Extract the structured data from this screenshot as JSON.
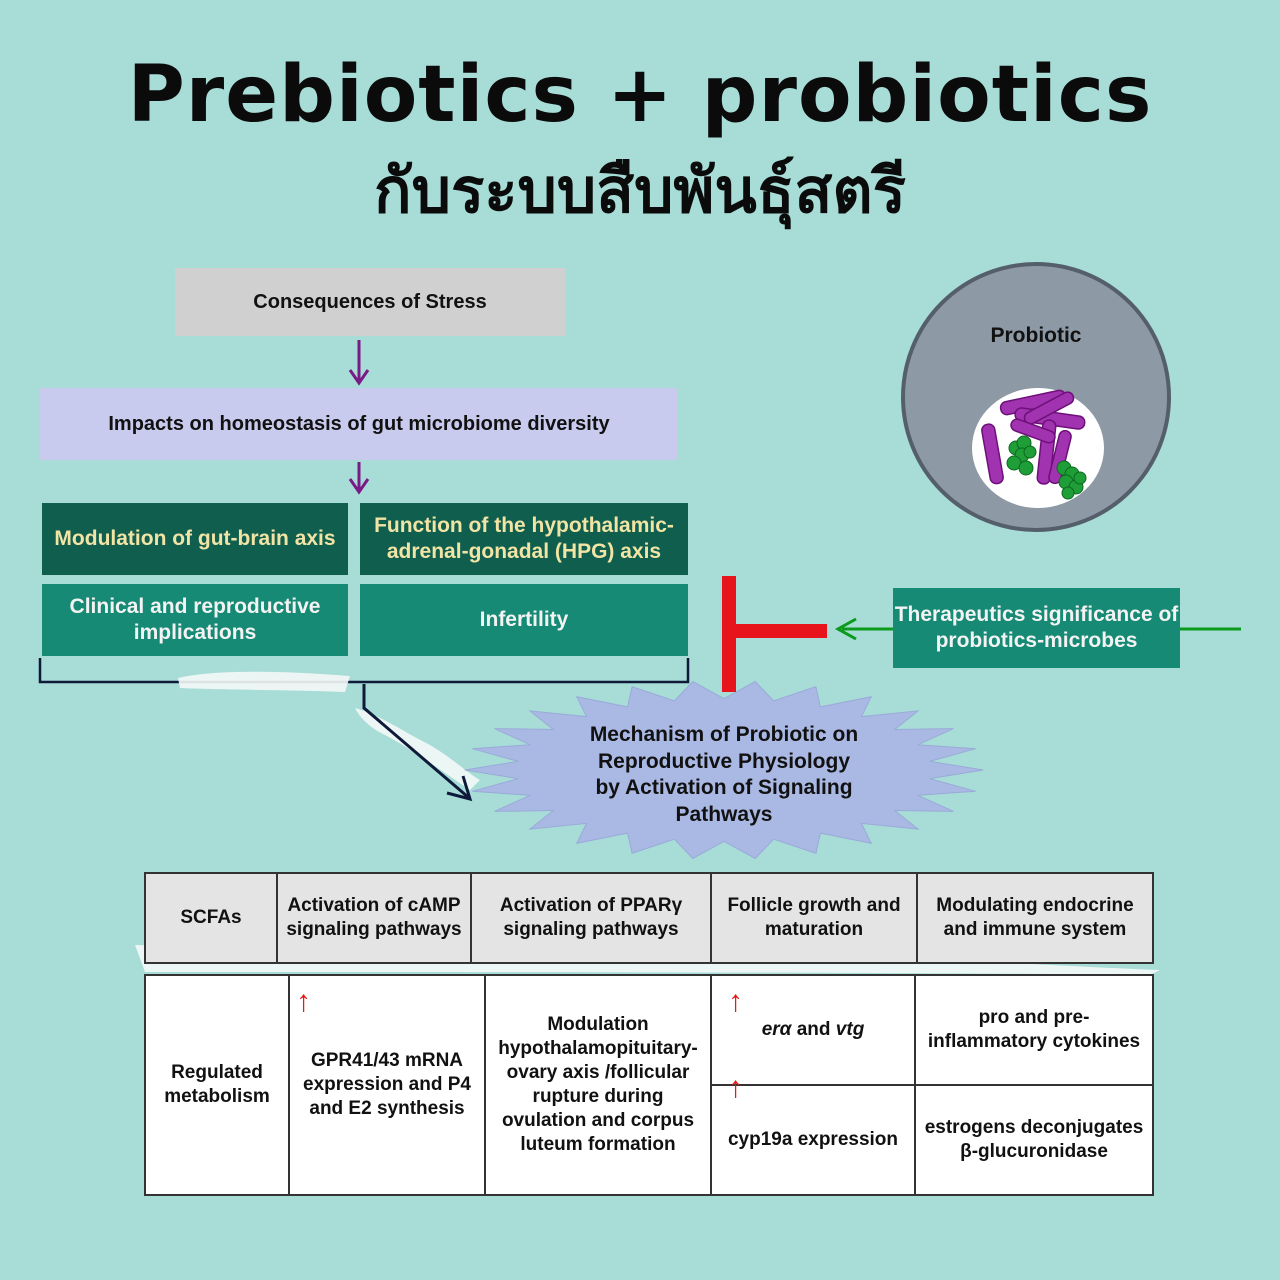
{
  "title": {
    "line1": "Prebiotics + probiotics",
    "line2": "กับระบบสืบพันธุ์สตรี"
  },
  "flow": {
    "stress": "Consequences of Stress",
    "gut": "Impacts  on homeostasis of gut microbiome diversity",
    "gut_brain": "Modulation of gut-brain axis",
    "hpg": "Function of the hypothalamic-adrenal-gonadal (HPG) axis",
    "clinical": "Clinical and reproductive implications",
    "infertility": "Infertility",
    "therapeutics": "Therapeutics significance of probiotics-microbes",
    "probiotic_label": "Probiotic",
    "mechanism": "Mechanism of Probiotic on Reproductive Physiology  by Activation of Signaling Pathways"
  },
  "table": {
    "headers": [
      "SCFAs",
      "Activation of cAMP  signaling pathways",
      "Activation of PPARγ signaling pathways",
      "Follicle growth and maturation",
      "Modulating endocrine and immune system"
    ],
    "row": {
      "scfa": "Regulated metabolism",
      "camp": "GPR41/43 mRNA expression  and P4 and E2 synthesis",
      "ppar": "Modulation hypothalamopituitary-ovary axis /follicular rupture during ovulation and corpus luteum formation",
      "follicle_top_italic1": "erα",
      "follicle_top_and": " and ",
      "follicle_top_italic2": "vtg",
      "follicle_bottom": "cyp19a expression",
      "endocrine_top": "pro and pre-inflammatory cytokines",
      "endocrine_bottom": "estrogens deconjugates β-glucuronidase"
    }
  },
  "colors": {
    "background": "#a7dcd7",
    "dark_box": "#0f5e4e",
    "teal_box": "#168a75",
    "inhibit": "#e8141b",
    "green_arrow": "#0c9a1c",
    "purple_arrow": "#7a1a86"
  }
}
